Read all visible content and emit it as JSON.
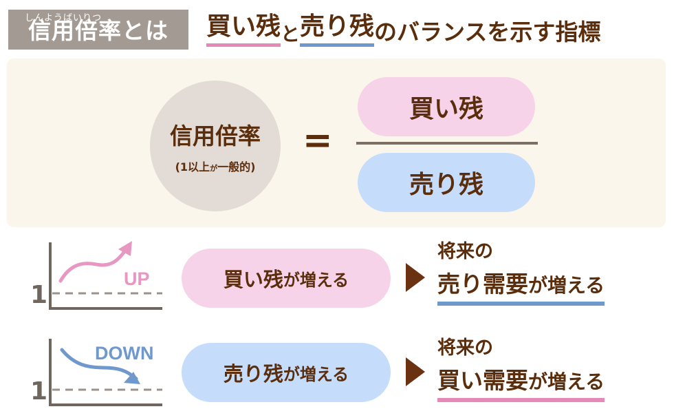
{
  "title": {
    "ruby": "しんようばいりつ",
    "main": "信用倍率とは",
    "headline": {
      "part1": "買い残",
      "part2": "と",
      "part3": "売り残",
      "part4": "のバランスを示す指標"
    }
  },
  "formula": {
    "circle_main": "信用倍率",
    "circle_note_a": "(1以上",
    "circle_note_b": "が",
    "circle_note_c": "一般的)",
    "equals": "=",
    "numerator": "買い残",
    "denominator": "売り残"
  },
  "rows": [
    {
      "chart_label": "UP",
      "axis_value": "1",
      "pill_main": "買い残",
      "pill_rest": "が増える",
      "result_line1": "将来の",
      "result_main": "売り需要",
      "result_rest": "が増える"
    },
    {
      "chart_label": "DOWN",
      "axis_value": "1",
      "pill_main": "売り残",
      "pill_rest": "が増える",
      "result_line1": "将来の",
      "result_main": "買い需要",
      "result_rest": "が増える"
    }
  ],
  "colors": {
    "brown": "#5a2d0c",
    "pink": "#e38ab8",
    "pink_fill": "#f6d3e8",
    "blue": "#6f98cc",
    "blue_fill": "#c5dcfb",
    "panel": "#fbf6ec",
    "title_bg": "#a39b93",
    "circle": "#e3dcd6"
  }
}
